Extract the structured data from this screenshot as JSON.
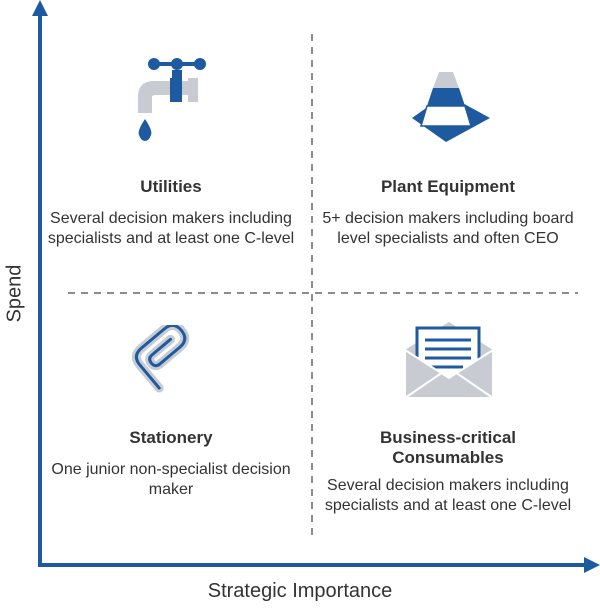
{
  "axes": {
    "x_label": "Strategic Importance",
    "y_label": "Spend"
  },
  "quadrants": {
    "top_left": {
      "icon": "tap-icon",
      "title": "Utilities",
      "description": "Several decision makers including specialists and at least one C-level"
    },
    "top_right": {
      "icon": "traffic-cone-icon",
      "title": "Plant Equipment",
      "description": "5+ decision makers including board level specialists and often CEO"
    },
    "bottom_left": {
      "icon": "paperclip-icon",
      "title": "Stationery",
      "description": "One junior non-specialist decision maker"
    },
    "bottom_right": {
      "icon": "envelope-icon",
      "title": "Business-critical Consumables",
      "description": "Several decision makers including specialists and at least one C-level"
    }
  },
  "colors": {
    "axis": "#1e5aa0",
    "icon_blue": "#1e5aa0",
    "icon_gray": "#c8ccd2",
    "divider": "#8c8c8c",
    "text": "#333333"
  }
}
